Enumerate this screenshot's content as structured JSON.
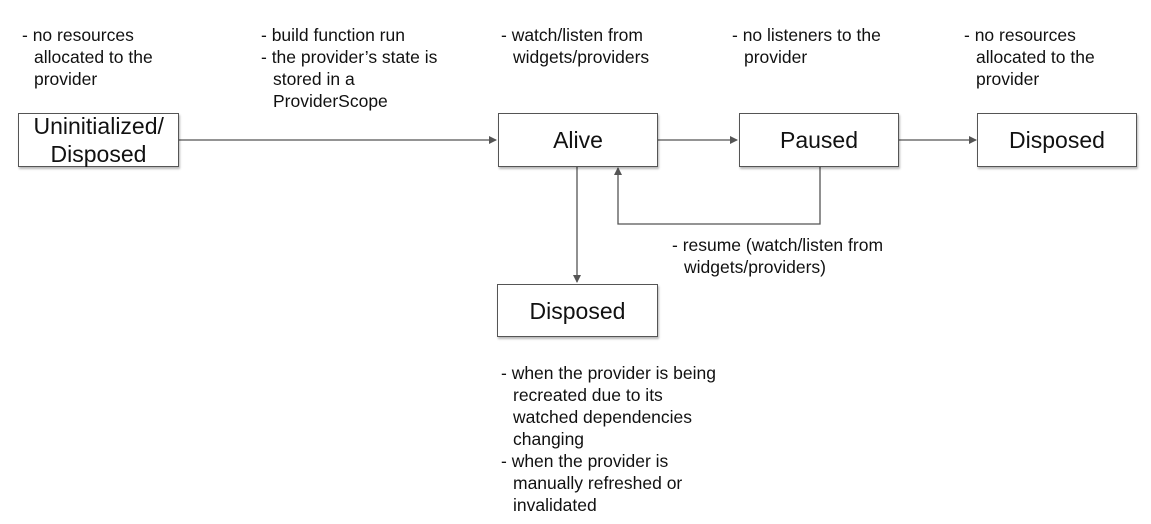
{
  "nodes": {
    "uninitialized": "Uninitialized/ Disposed",
    "alive": "Alive",
    "paused": "Paused",
    "disposed_right": "Disposed",
    "disposed_bottom": "Disposed"
  },
  "notes": {
    "uninitialized": [
      "- no resources allocated to the provider"
    ],
    "alive_incoming": [
      "- build function run",
      "- the provider’s state is stored in a ProviderScope"
    ],
    "paused_incoming": [
      "- watch/listen from widgets/providers"
    ],
    "disposed_incoming": [
      "- no listeners to the provider"
    ],
    "disposed_right": [
      "- no resources allocated to the provider"
    ],
    "resume": [
      "- resume (watch/listen from widgets/providers)"
    ],
    "disposed_bottom": [
      "- when the provider is being recreated due to its watched dependencies changing",
      "- when the provider is manually refreshed or invalidated"
    ]
  },
  "colors": {
    "stroke": "#555555",
    "text": "#111111"
  }
}
